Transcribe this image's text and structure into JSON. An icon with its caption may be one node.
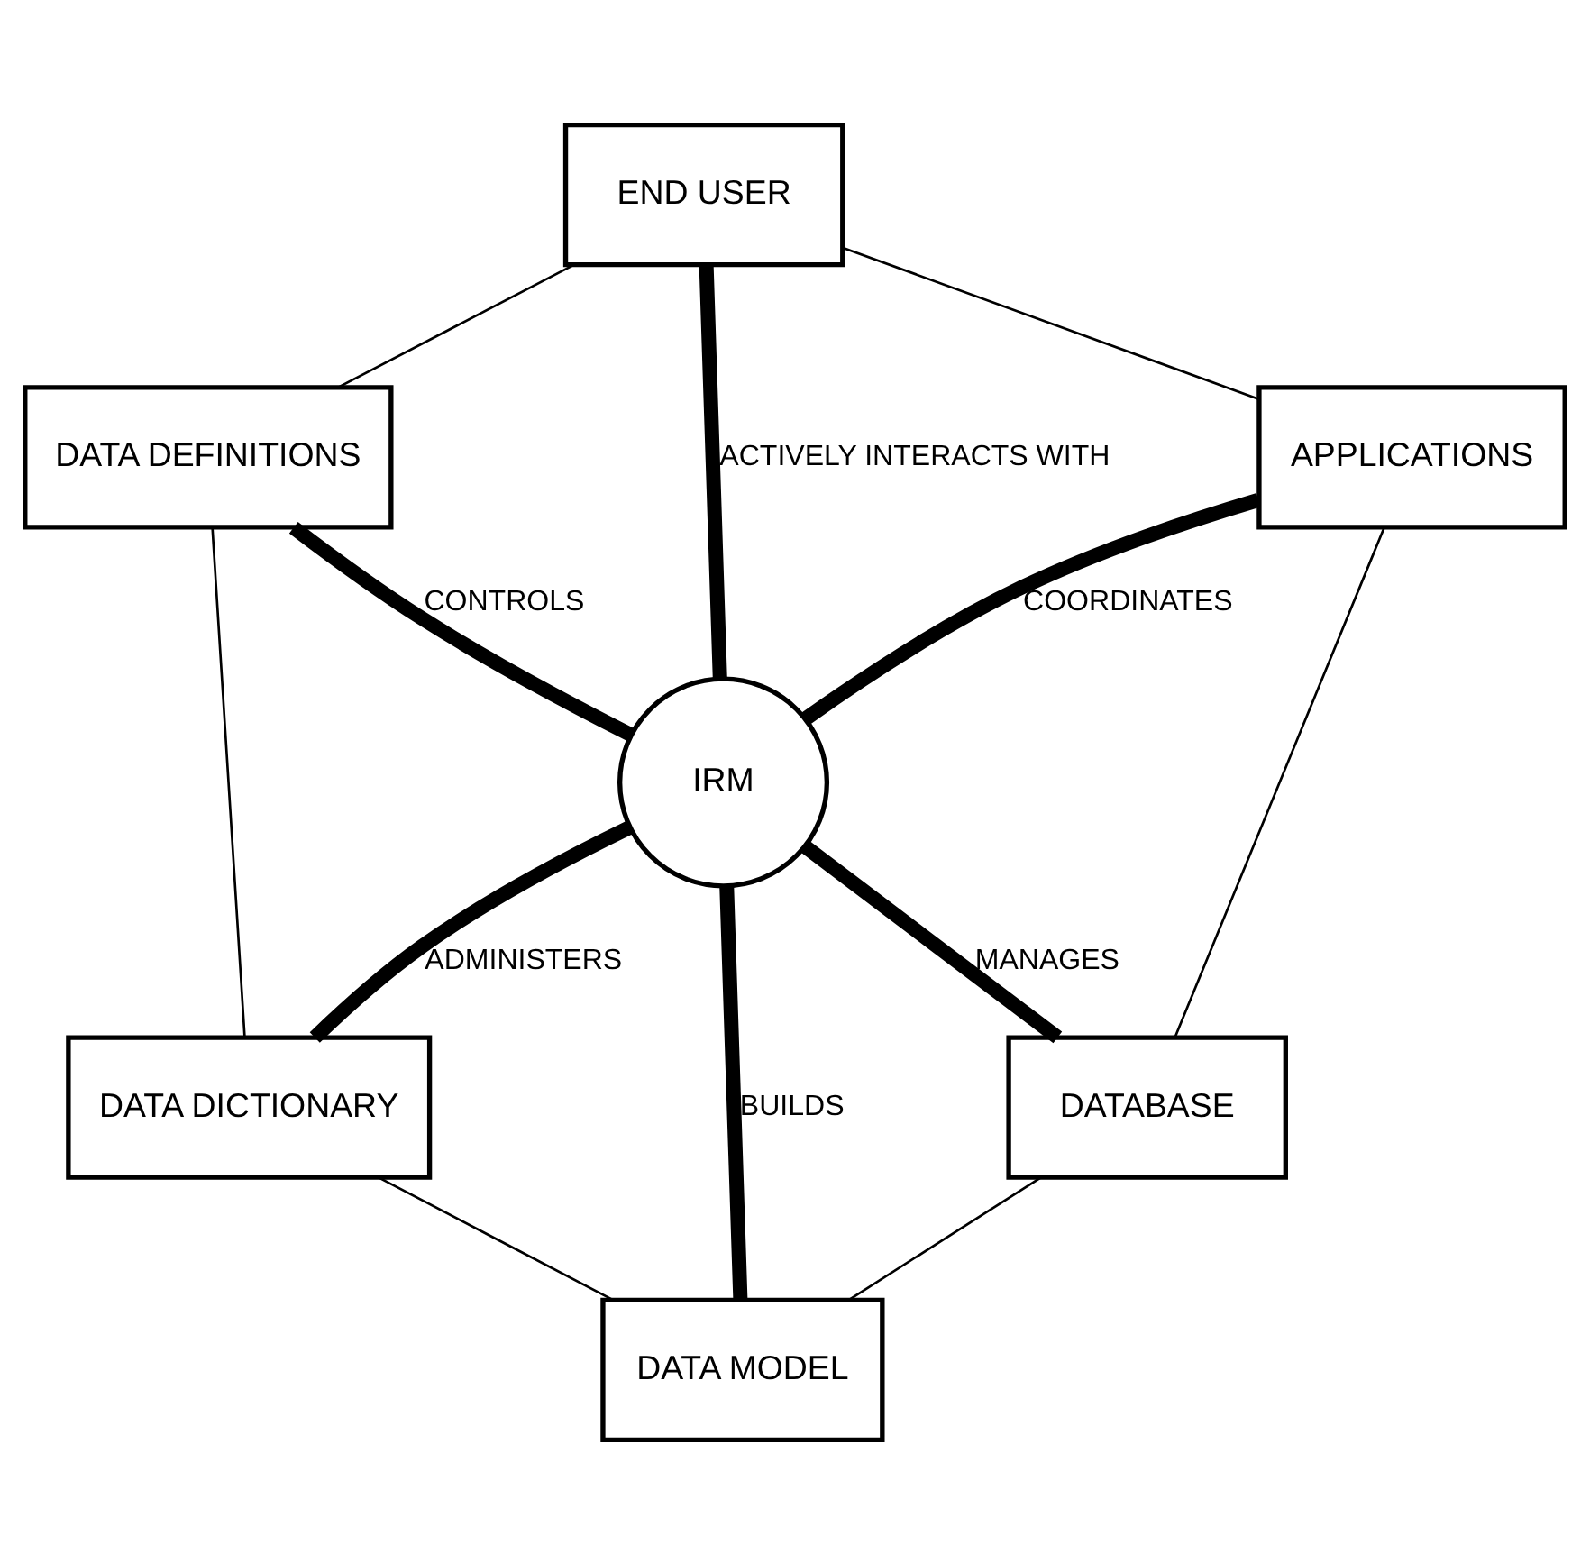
{
  "diagram": {
    "nodes": [
      {
        "text": [
          "END USER"
        ]
      },
      {
        "text": [
          "DATA DEFINITIONS"
        ]
      },
      {
        "text": [
          "APPLICATIONS"
        ]
      },
      {
        "text": [
          "IRM"
        ]
      },
      {
        "text": [
          "DATA DICTIONARY"
        ]
      },
      {
        "text": [
          "DATABASE"
        ]
      },
      {
        "text": [
          "DATA MODEL"
        ]
      }
    ],
    "edges": [
      {
        "from": 3,
        "to": 0,
        "arrow": "none",
        "label": "ACTIVELY INTERACTS WITH",
        "style": "thick"
      },
      {
        "from": 3,
        "to": 1,
        "arrow": "none",
        "label": "CONTROLS",
        "style": "thick"
      },
      {
        "from": 3,
        "to": 2,
        "arrow": "none",
        "label": "COORDINATES",
        "style": "thick"
      },
      {
        "from": 3,
        "to": 4,
        "arrow": "none",
        "label": "ADMINISTERS",
        "style": "thick"
      },
      {
        "from": 3,
        "to": 5,
        "arrow": "none",
        "label": "MANAGES",
        "style": "thick"
      },
      {
        "from": 3,
        "to": 6,
        "arrow": "none",
        "label": "BUILDS",
        "style": "thick"
      },
      {
        "from": 0,
        "to": 2,
        "arrow": "none"
      },
      {
        "from": 2,
        "to": 5,
        "arrow": "none"
      },
      {
        "from": 5,
        "to": 6,
        "arrow": "none"
      },
      {
        "from": 6,
        "to": 4,
        "arrow": "none"
      },
      {
        "from": 4,
        "to": 1,
        "arrow": "none"
      },
      {
        "from": 1,
        "to": 0,
        "arrow": "none"
      }
    ]
  }
}
